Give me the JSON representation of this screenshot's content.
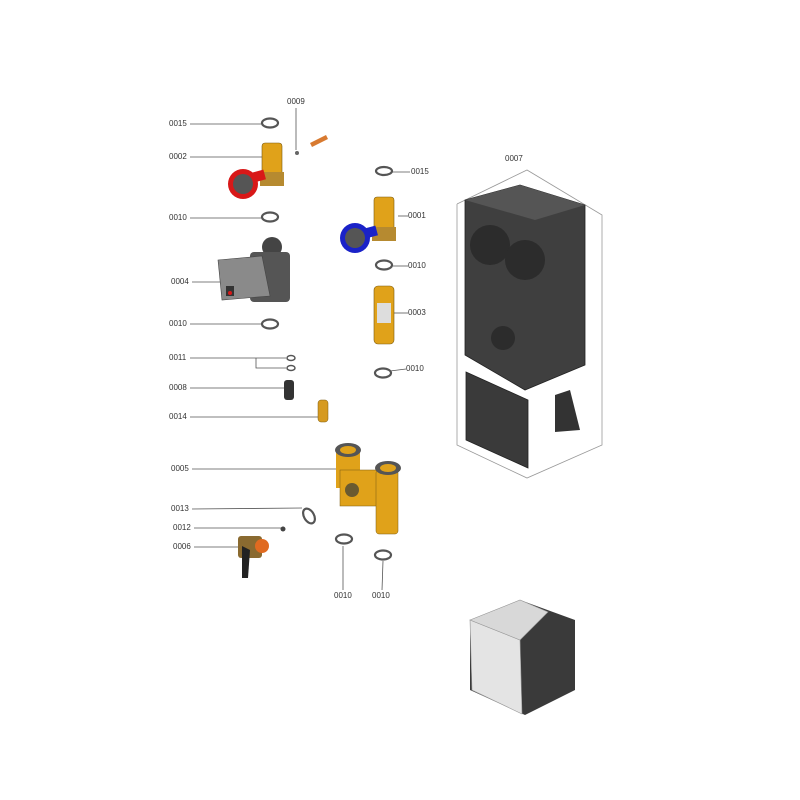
{
  "diagram": {
    "labels": [
      {
        "id": "0015"
      },
      {
        "id": "0009"
      },
      {
        "id": "0002"
      },
      {
        "id": "0010"
      },
      {
        "id": "0004"
      },
      {
        "id": "0010"
      },
      {
        "id": "0011"
      },
      {
        "id": "0008"
      },
      {
        "id": "0014"
      },
      {
        "id": "0005"
      },
      {
        "id": "0013"
      },
      {
        "id": "0012"
      },
      {
        "id": "0006"
      },
      {
        "id": "0010"
      },
      {
        "id": "0010"
      },
      {
        "id": "0015"
      },
      {
        "id": "0001"
      },
      {
        "id": "0010"
      },
      {
        "id": "0003"
      },
      {
        "id": "0010"
      },
      {
        "id": "0007"
      }
    ]
  },
  "colors": {
    "brass": "#e0a21a",
    "red_handle": "#d81818",
    "blue_handle": "#1a22c8",
    "housing": "#4a4a4a",
    "line": "#555555"
  }
}
